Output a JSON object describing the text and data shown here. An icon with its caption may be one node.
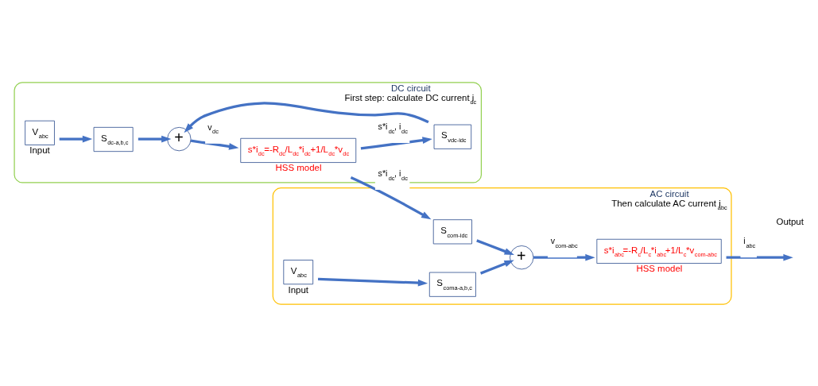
{
  "diagram": {
    "nodes": [
      {
        "text": [
          "DC circuit",
          "First step: calculate DC current i$_{dc}$"
        ]
      },
      {
        "text": [
          "V$_{abc}$"
        ],
        "in": 0,
        "beside": [
          "Input"
        ]
      },
      {
        "text": [
          "S$_{dc-a,b,c}$"
        ],
        "in": 0
      },
      {
        "text": [
          "+"
        ],
        "in": 0
      },
      {
        "text": [
          "s*i$_{dc}$=-R$_{dc}$/L$_{dc}$*i$_{dc}$+1/L$_{dc}$*v$_{dc}$"
        ],
        "in": 0,
        "beside": [
          "HSS model"
        ]
      },
      {
        "text": [
          "S$_{vdc-idc}$"
        ],
        "in": 0
      },
      {
        "text": [
          "AC circuit",
          "Then calculate AC current i$_{abc}$"
        ]
      },
      {
        "text": [
          "S$_{com-idc}$"
        ],
        "in": 6
      },
      {
        "text": [
          "V$_{abc}$"
        ],
        "in": 6,
        "beside": [
          "Input"
        ]
      },
      {
        "text": [
          "S$_{coma-a,b,c}$"
        ],
        "in": 6
      },
      {
        "text": [
          "+"
        ],
        "in": 6
      },
      {
        "text": [
          "s*i$_{abc}$=-R$_{c}$/L$_{c}$*i$_{abc}$+1/L$_{c}$*v$_{com-abc}$"
        ],
        "in": 6,
        "beside": [
          "HSS model"
        ]
      }
    ],
    "edges": [
      {
        "from": 1,
        "to": 2,
        "arrow": "to"
      },
      {
        "from": 2,
        "to": 3,
        "arrow": "to"
      },
      {
        "from": 3,
        "to": 4,
        "arrow": "to",
        "label": "v$_{dc}$"
      },
      {
        "from": 4,
        "to": 5,
        "arrow": "to",
        "label": "s*i$_{dc}$, i$_{dc}$"
      },
      {
        "from": 5,
        "to": 3,
        "arrow": "to"
      },
      {
        "from": 4,
        "to": 7,
        "arrow": "to",
        "label": "s*i$_{dc}$, i$_{dc}$"
      },
      {
        "from": 7,
        "to": 10,
        "arrow": "to"
      },
      {
        "from": 8,
        "to": 9,
        "arrow": "to"
      },
      {
        "from": 9,
        "to": 10,
        "arrow": "to"
      },
      {
        "from": 10,
        "to": 11,
        "arrow": "to",
        "label": "v$_{com-abc}$"
      },
      {
        "from": 11,
        "to": null,
        "arrow": "to",
        "label": "i$_{abc}$"
      }
    ],
    "labels": [
      "Output"
    ]
  }
}
